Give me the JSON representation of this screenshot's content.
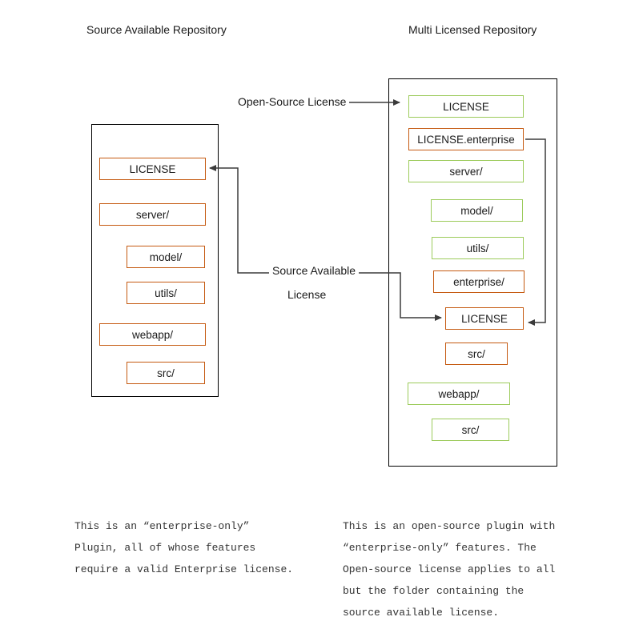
{
  "titles": {
    "left": "Source Available Repository",
    "right": "Multi Licensed Repository"
  },
  "colors": {
    "orange": "#C55A11",
    "green": "#9CCB5B",
    "line": "#3B3B3B"
  },
  "left_repo": {
    "boxes": [
      {
        "label": "LICENSE"
      },
      {
        "label": "server/"
      },
      {
        "label": "model/"
      },
      {
        "label": "utils/"
      },
      {
        "label": "webapp/"
      },
      {
        "label": "src/"
      }
    ]
  },
  "right_repo": {
    "boxes": [
      {
        "label": "LICENSE"
      },
      {
        "label": "LICENSE.enterprise"
      },
      {
        "label": "server/"
      },
      {
        "label": "model/"
      },
      {
        "label": "utils/"
      },
      {
        "label": "enterprise/"
      },
      {
        "label": "LICENSE"
      },
      {
        "label": "src/"
      },
      {
        "label": "webapp/"
      },
      {
        "label": "src/"
      }
    ]
  },
  "connectors": {
    "open_source_label": "Open-Source License",
    "source_available_label_line1": "Source Available",
    "source_available_label_line2": "License"
  },
  "notes": {
    "left": "This is an “enterprise-only”\nPlugin, all of whose features\nrequire a valid Enterprise license.",
    "right": "This is an open-source plugin with\n“enterprise-only” features. The\nOpen-source license applies to all\nbut the folder containing the\nsource available license."
  }
}
